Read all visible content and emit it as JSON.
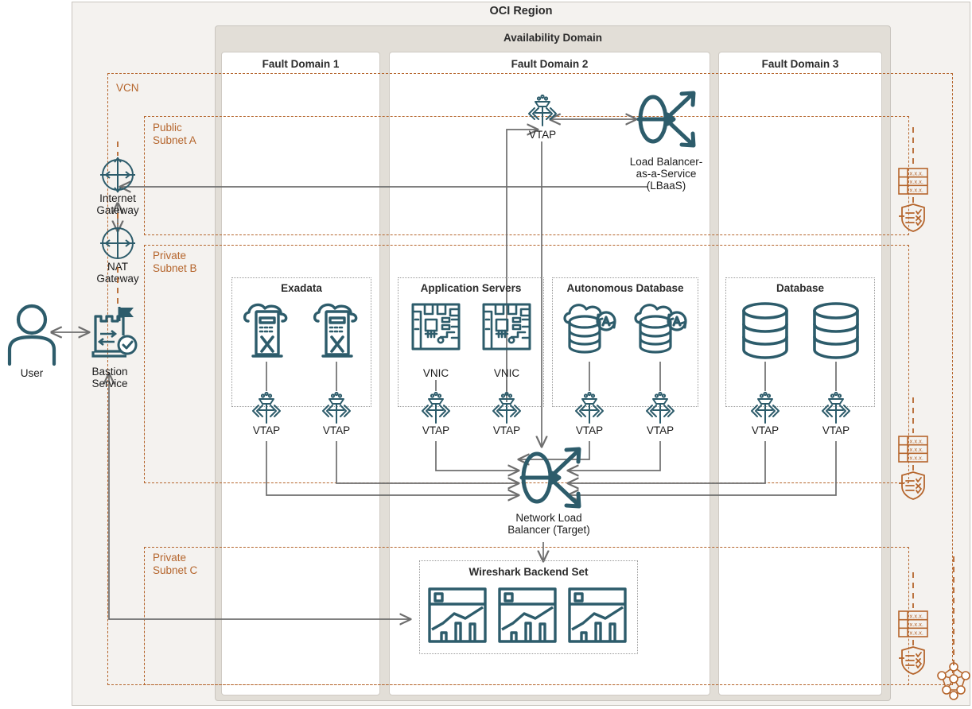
{
  "region": {
    "title": "OCI Region"
  },
  "availability_domain": {
    "title": "Availability Domain"
  },
  "fault_domains": [
    {
      "title": "Fault Domain 1"
    },
    {
      "title": "Fault Domain 2"
    },
    {
      "title": "Fault Domain 3"
    }
  ],
  "network": {
    "vcn_label": "VCN",
    "public_subnet_a": "Public\nSubnet A",
    "private_subnet_b": "Private\nSubnet B",
    "private_subnet_c": "Private\nSubnet C"
  },
  "left_column": {
    "user": "User",
    "internet_gateway": "Internet\nGateway",
    "nat_gateway": "NAT\nGateway",
    "bastion_service": "Bastion\nService"
  },
  "public_tier": {
    "vtap": "VTAP",
    "lbaas": "Load Balancer-\nas-a-Service\n(LBaaS)"
  },
  "services": {
    "exadata": {
      "title": "Exadata",
      "nodes": [
        "VTAP",
        "VTAP"
      ]
    },
    "application_servers": {
      "title": "Application Servers",
      "nic_labels": [
        "VNIC",
        "VNIC"
      ],
      "nodes": [
        "VTAP",
        "VTAP"
      ]
    },
    "autonomous_database": {
      "title": "Autonomous Database",
      "nodes": [
        "VTAP",
        "VTAP"
      ]
    },
    "database": {
      "title": "Database",
      "nodes": [
        "VTAP",
        "VTAP"
      ]
    }
  },
  "network_load_balancer": {
    "label": "Network Load\nBalancer (Target)"
  },
  "backend": {
    "title": "Wireshark Backend Set",
    "count": 3
  },
  "route_tables": [
    {
      "rows": [
        "x.x.x.",
        "x.x.x.",
        "x.x.x."
      ]
    },
    {
      "rows": [
        "x.x.x.",
        "x.x.x.",
        "x.x.x."
      ]
    },
    {
      "rows": [
        "x.x.x.",
        "x.x.x.",
        "x.x.x."
      ]
    }
  ],
  "security_lists": [
    {
      "name": "security-list"
    },
    {
      "name": "security-list"
    },
    {
      "name": "security-list"
    }
  ],
  "colors": {
    "teal": "#2d5c6b",
    "orange": "#b5652c",
    "wire": "#6e6e6e",
    "region_bg": "#f4f2ef",
    "ad_bg": "#e2ded7",
    "fd_bg": "#ffffff"
  }
}
